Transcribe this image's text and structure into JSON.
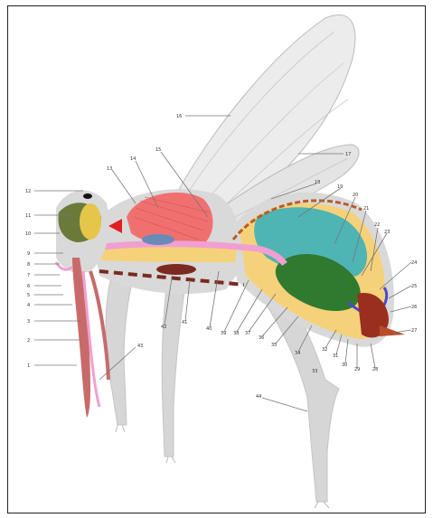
{
  "labels": [
    {
      "n": "1"
    },
    {
      "n": "2"
    },
    {
      "n": "3"
    },
    {
      "n": "4"
    },
    {
      "n": "5"
    },
    {
      "n": "6"
    },
    {
      "n": "7"
    },
    {
      "n": "8"
    },
    {
      "n": "9"
    },
    {
      "n": "10"
    },
    {
      "n": "11"
    },
    {
      "n": "12"
    },
    {
      "n": "13"
    },
    {
      "n": "14"
    },
    {
      "n": "15"
    },
    {
      "n": "16"
    },
    {
      "n": "17"
    },
    {
      "n": "18"
    },
    {
      "n": "19"
    },
    {
      "n": "20"
    },
    {
      "n": "21"
    },
    {
      "n": "22"
    },
    {
      "n": "23"
    },
    {
      "n": "24"
    },
    {
      "n": "25"
    },
    {
      "n": "26"
    },
    {
      "n": "27"
    },
    {
      "n": "28"
    },
    {
      "n": "29"
    },
    {
      "n": "30"
    },
    {
      "n": "31"
    },
    {
      "n": "32"
    },
    {
      "n": "33"
    },
    {
      "n": "34"
    },
    {
      "n": "35"
    },
    {
      "n": "36"
    },
    {
      "n": "37"
    },
    {
      "n": "38"
    },
    {
      "n": "39"
    },
    {
      "n": "40"
    },
    {
      "n": "41"
    },
    {
      "n": "42"
    },
    {
      "n": "43"
    },
    {
      "n": "44"
    }
  ],
  "colors": {
    "body_gray": "#d9d9d9",
    "wing": "#ececec",
    "muscle": "#f07070",
    "fat_yellow": "#f5d27a",
    "crop_teal": "#4fb4b4",
    "gut_green": "#2f7a2f",
    "gut_pink": "#f0a0d0",
    "proboscis": "#c86a6a",
    "brain": "#6b7a3a",
    "sting": "#b84d2a"
  }
}
